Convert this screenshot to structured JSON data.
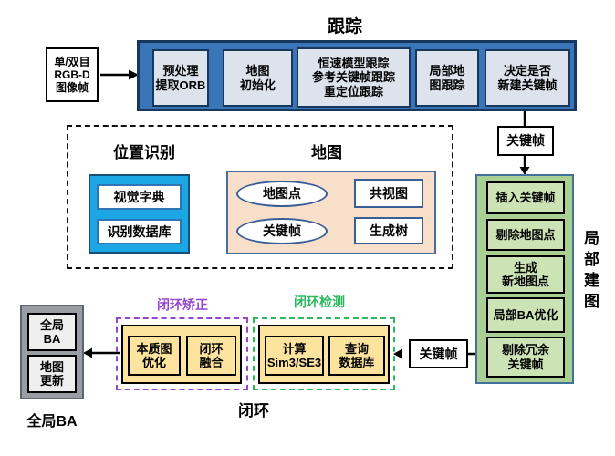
{
  "colors": {
    "tracking_bar_blue": "#3a76b7",
    "tracking_box_fill": "#dce3ed",
    "navy_border": "#17375d",
    "recognition_blue": "#1ca6e4",
    "map_peach": "#f8dfca",
    "map_border_blue": "#4a6d9e",
    "local_mapping_green": "#a9cf92",
    "local_box_green": "#cbe3b5",
    "loop_yellow": "#fce49e",
    "correction_purple": "#9546cf",
    "detection_green": "#2eb860",
    "global_ba_gray": "#9a9da3",
    "global_ba_box": "#efefef"
  },
  "tracking": {
    "title": "跟踪",
    "input": {
      "text": "单/双目\nRGB-D\n图像帧"
    },
    "keyframe": "关键帧",
    "steps": [
      {
        "text": "预处理\n提取ORB"
      },
      {
        "text": "地图\n初始化"
      },
      {
        "text": "恒速模型跟踪\n参考关键帧跟踪\n重定位跟踪"
      },
      {
        "text": "局部地\n图跟踪"
      },
      {
        "text": "决定是否\n新建关键帧"
      }
    ]
  },
  "place_recognition": {
    "title": "位置识别",
    "items": [
      {
        "text": "视觉字典"
      },
      {
        "text": "识别数据库"
      }
    ]
  },
  "map": {
    "title": "地图",
    "ellipses": [
      {
        "text": "地图点"
      },
      {
        "text": "关键帧"
      }
    ],
    "rects": [
      {
        "text": "共视图"
      },
      {
        "text": "生成树"
      }
    ]
  },
  "local_mapping": {
    "title": "局部建图",
    "keyframe": "关键帧",
    "steps": [
      {
        "text": "插入关键帧"
      },
      {
        "text": "剔除地图点"
      },
      {
        "text": "生成\n新地图点"
      },
      {
        "text": "局部BA优化"
      },
      {
        "text": "剔除冗余\n关键帧"
      }
    ]
  },
  "loop_closing": {
    "title": "闭环",
    "correction": {
      "label": "闭环矫正",
      "boxes": [
        {
          "text": "本质图\n优化"
        },
        {
          "text": "闭环\n融合"
        }
      ]
    },
    "detection": {
      "label": "闭环检测",
      "boxes": [
        {
          "text": "计算\nSim3/SE3"
        },
        {
          "text": "查询\n数据库"
        }
      ]
    }
  },
  "global_ba": {
    "label": "全局BA",
    "boxes": [
      {
        "text": "全局\nBA"
      },
      {
        "text": "地图\n更新"
      }
    ]
  }
}
